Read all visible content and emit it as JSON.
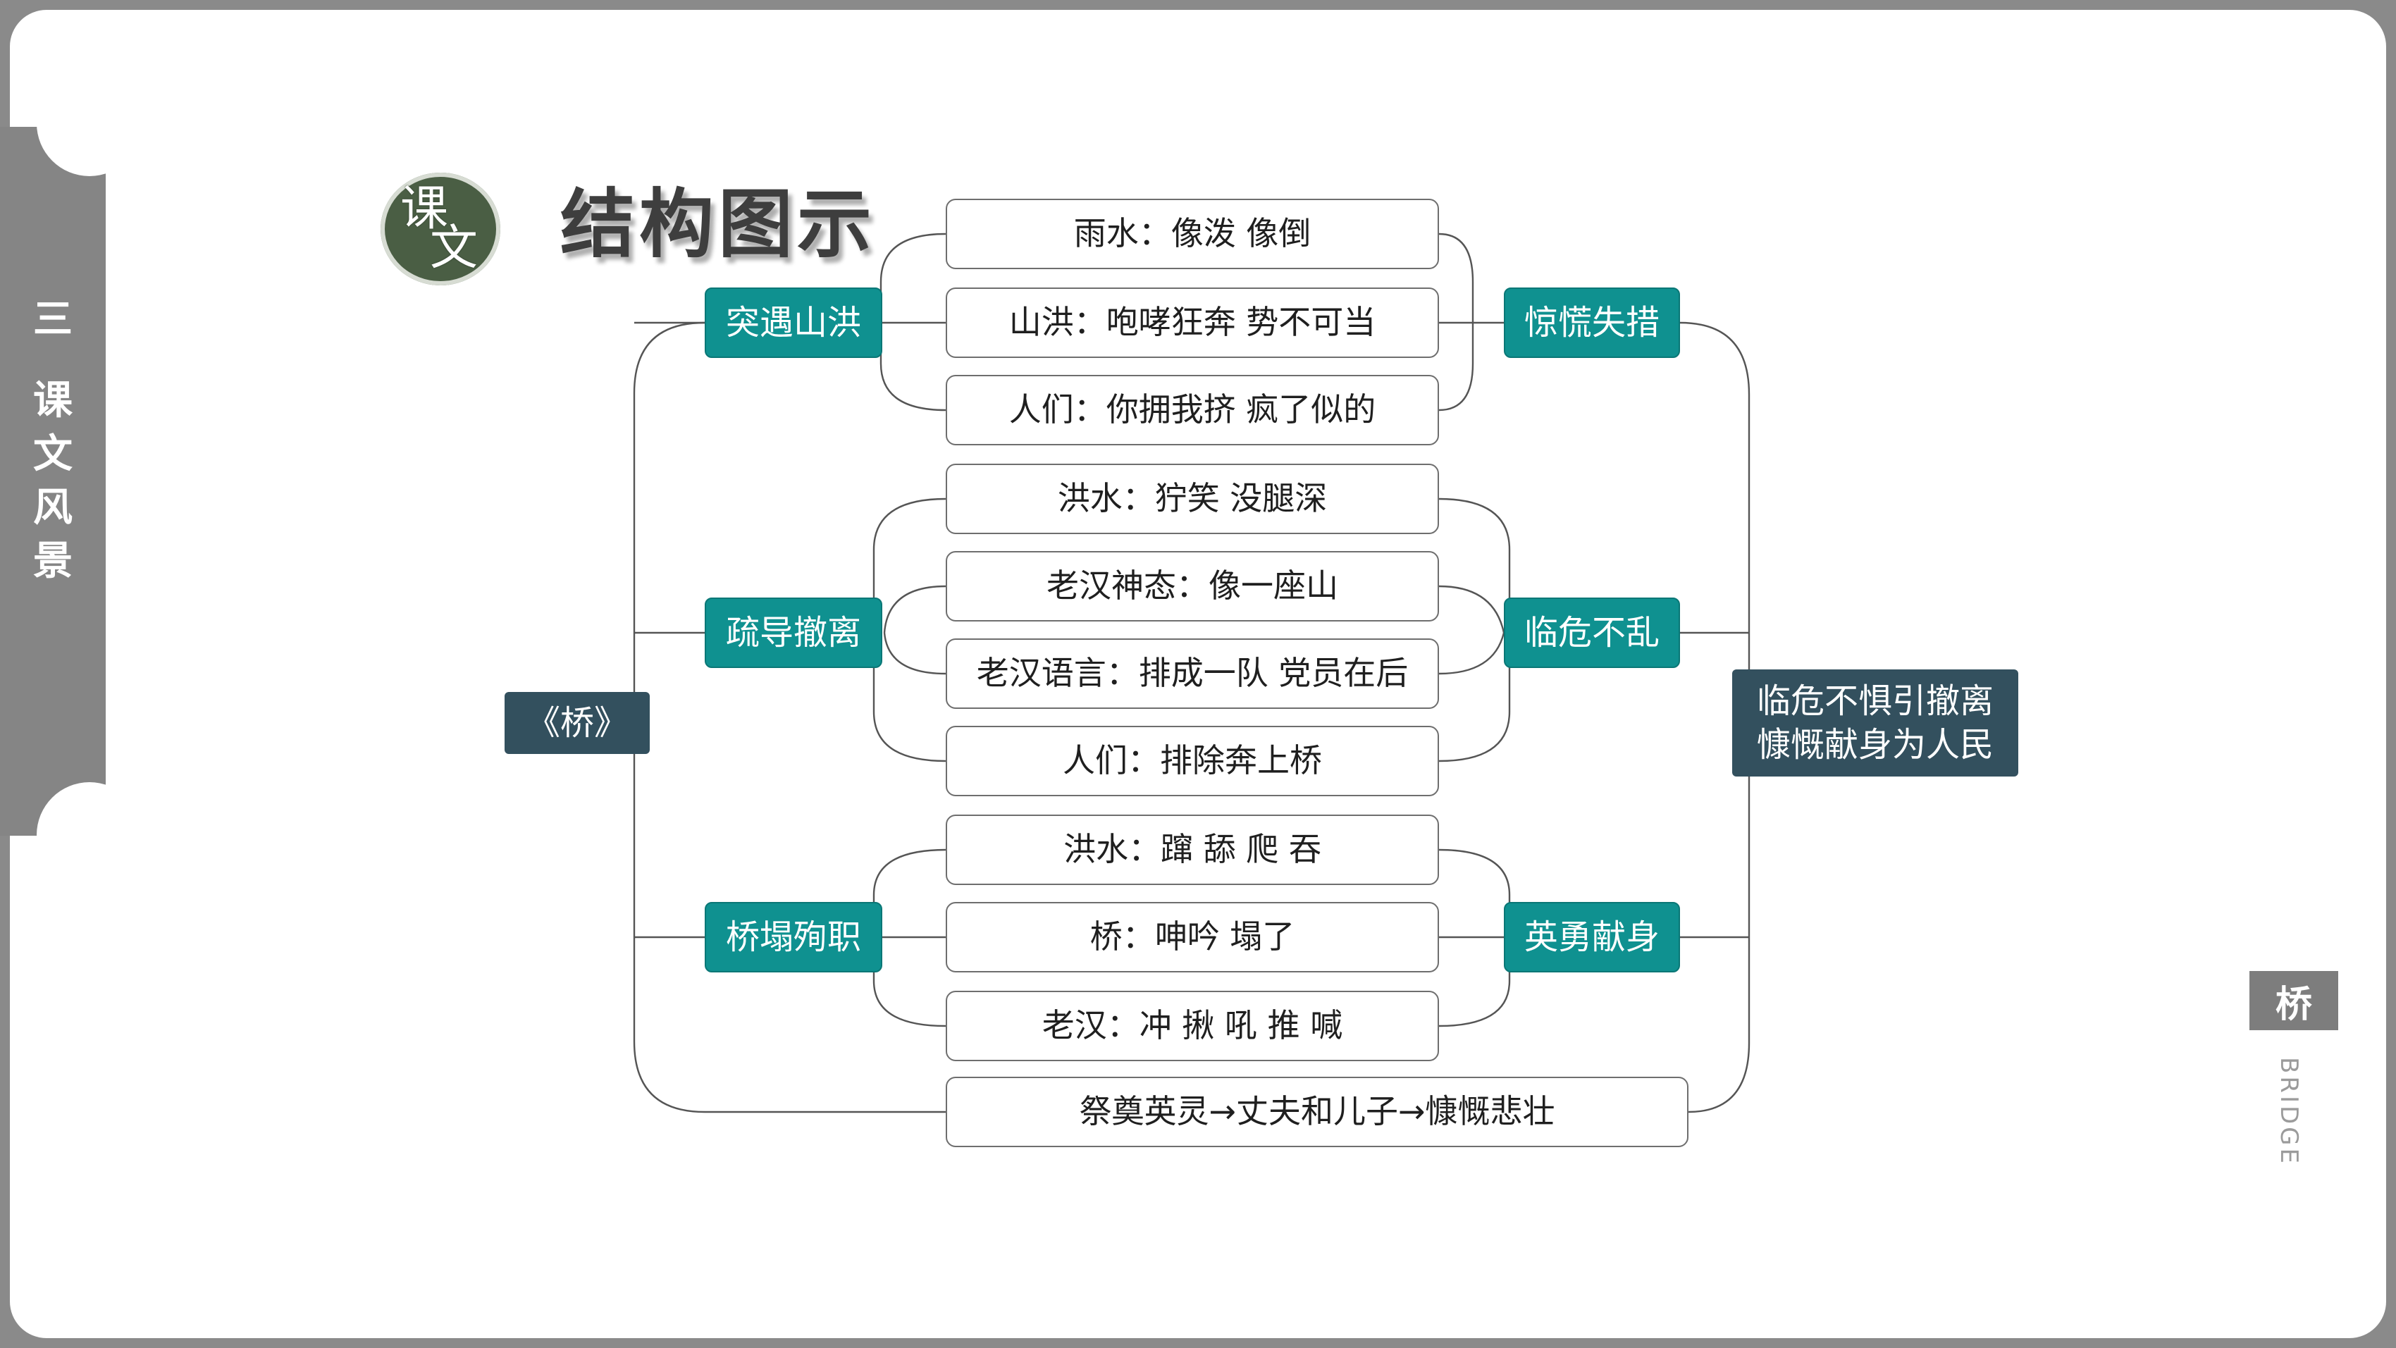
{
  "section_tab": {
    "number": "三",
    "label_chars": [
      "课",
      "文",
      "风",
      "景"
    ]
  },
  "badge": {
    "char1": "课",
    "char2": "文"
  },
  "page_title": "结构图示",
  "root": "《桥》",
  "left_nodes": [
    "突遇山洪",
    "疏导撤离",
    "桥塌殉职"
  ],
  "right_nodes": [
    "惊慌失措",
    "临危不乱",
    "英勇献身"
  ],
  "leaf_groups": [
    [
      "雨水：像泼 像倒",
      "山洪：咆哮狂奔 势不可当",
      "人们：你拥我挤 疯了似的"
    ],
    [
      "洪水：狞笑 没腿深",
      "老汉神态：像一座山",
      "老汉语言：排成一队 党员在后",
      "人们：排除奔上桥"
    ],
    [
      "洪水：蹿 舔 爬 吞",
      "桥：呻吟 塌了",
      "老汉：冲 揪 吼 推 喊"
    ]
  ],
  "bottom_box": "祭奠英灵→丈夫和儿子→慷慨悲壮",
  "theme_lines": [
    "临危不惧引撤离",
    "慷慨献身为人民"
  ],
  "corner_tag": "桥",
  "corner_subtitle": "BRIDGE",
  "colors": {
    "accent_teal": "#0f9190",
    "navy": "#33505e",
    "sidebar_gray": "#858585"
  }
}
